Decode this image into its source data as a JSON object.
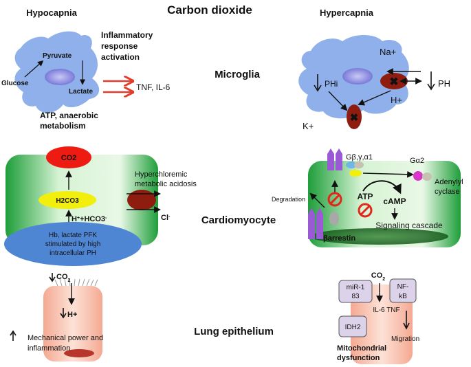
{
  "title": "Carbon dioxide",
  "columns": {
    "left": "Hypocapnia",
    "right": "Hypercapnia"
  },
  "rows": {
    "microglia": "Microglia",
    "cardiomyocyte": "Cardiomyocyte",
    "lung": "Lung epithelium"
  },
  "hypocapnia": {
    "microglia": {
      "glucose": "Glucose",
      "pyruvate": "Pyruvate",
      "lactate": "Lactate",
      "inflammatory": [
        "Inflammatory",
        "response",
        "activation"
      ],
      "cytokines": "TNF, IL-6",
      "atp": [
        "ATP, anaerobic",
        "metabolism"
      ]
    },
    "cardiomyocyte": {
      "co2": "CO2",
      "h2co3": "H2CO3",
      "hb": [
        "Hb, lactate PFK",
        "stimulated by high",
        "intracellular PH"
      ],
      "acidosis": [
        "Hyperchloremic",
        "metabolic acidosis"
      ],
      "ion_base": "H",
      "ion_plus": "+",
      "ion_hco3": "+HCO3",
      "ion_minus": "-",
      "cl": "Cl",
      "cl_minus": "-"
    },
    "lung": {
      "co2": "CO",
      "co2_sub": "2",
      "hplus": "H+",
      "mechanical": [
        "Mechanical power and",
        "inflammation"
      ]
    }
  },
  "hypercapnia": {
    "microglia": {
      "na": "Na+",
      "phi": "PHi",
      "h": "H+",
      "ph": "PH",
      "k": "K+"
    },
    "cardiomyocyte": {
      "gbeta": "Gβ,γ,α1",
      "galpha2": "Gα2",
      "adenylyl": [
        "Adenylyl",
        "cyclase"
      ],
      "degradation": "Degradation",
      "atp": "ATP",
      "camp": "cAMP",
      "signaling": "Signaling cascade",
      "barrestin": "βarrestin"
    },
    "lung": {
      "co2": "CO",
      "co2_sub": "2",
      "mir": [
        "miR-1",
        "83"
      ],
      "nfkb": [
        "NF-",
        "kB"
      ],
      "il6": "IL-6 TNF",
      "idh2": "IDH2",
      "migration": "Migration",
      "mito": [
        "Mitochondrial",
        "dysfunction"
      ]
    }
  },
  "colors": {
    "cell_blue": "#8fb0ea",
    "nucleus": "#7777d6",
    "arrow_red": "#e53b2c",
    "green_dark": "#1e9e3a",
    "green_light": "#d6f3d4",
    "co2_red": "#ee1b12",
    "h2co3_yellow": "#f2ee0e",
    "hb_blue": "#4f86d4",
    "channel_maroon": "#8e1d10",
    "receptor_purple": "#9a5ad6",
    "lung_pink": "#f7c1b0",
    "box_lavender": "#dcd3ea"
  }
}
